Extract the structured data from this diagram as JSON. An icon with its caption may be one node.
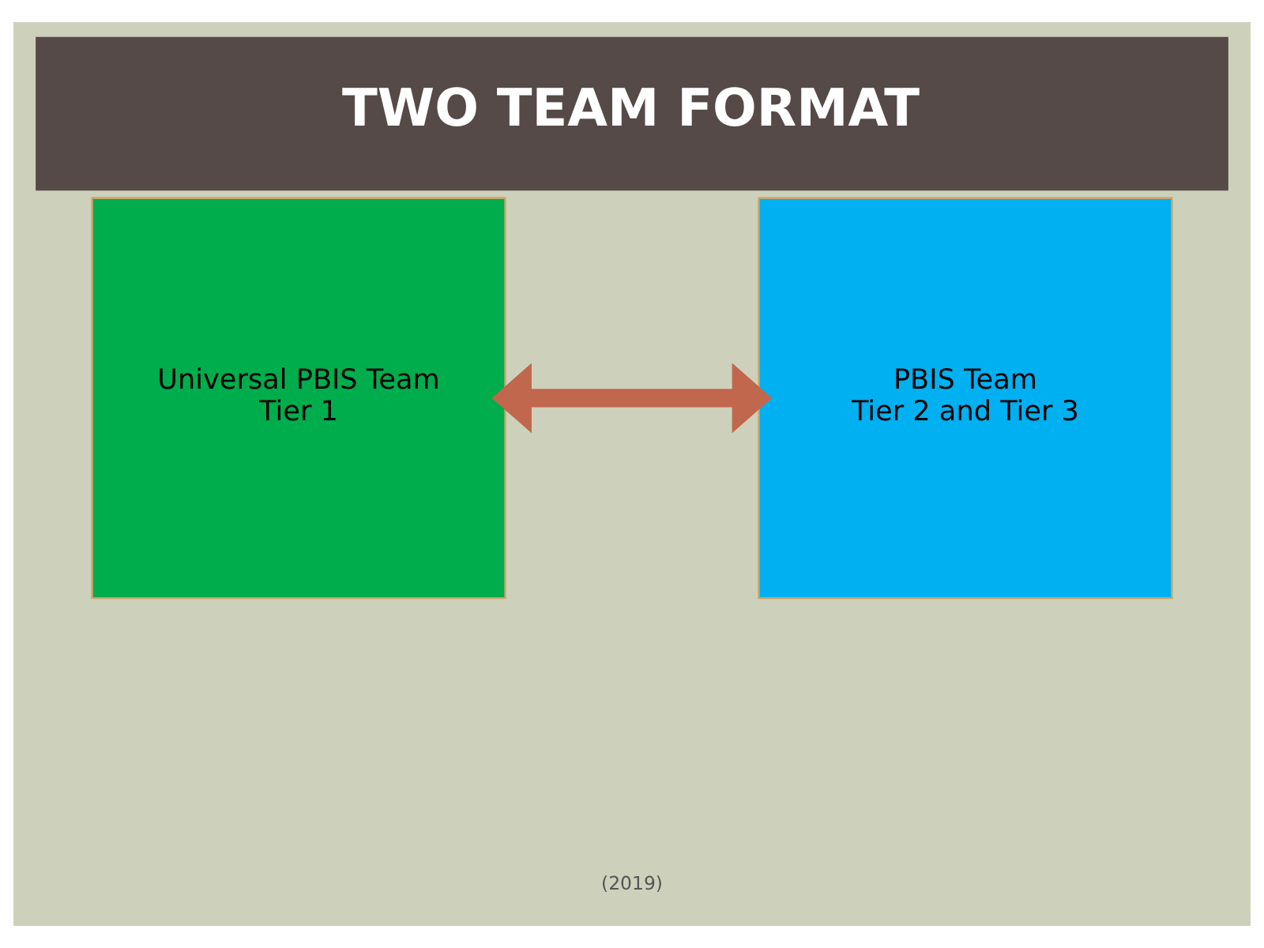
{
  "diagram": {
    "title": "TWO TEAM FORMAT",
    "caption": "(2019)",
    "nodes": [
      {
        "text": [
          "Universal PBIS Team",
          "Tier 1"
        ]
      },
      {
        "text": [
          "PBIS Team",
          "Tier 2 and Tier 3"
        ]
      }
    ],
    "edges": [
      {
        "from": 0,
        "to": 1,
        "arrow": "both"
      }
    ]
  }
}
